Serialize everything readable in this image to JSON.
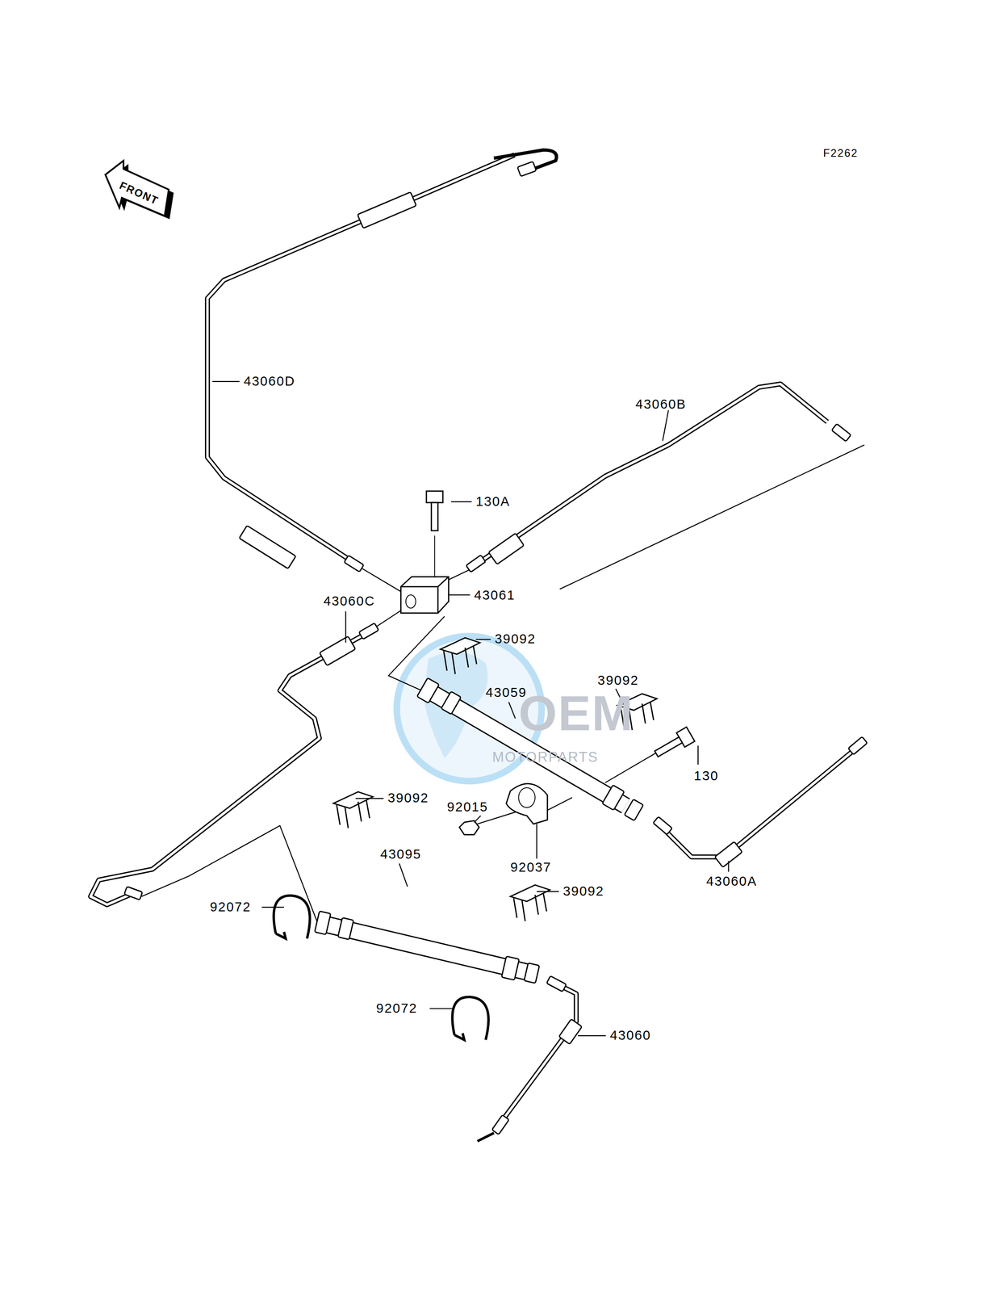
{
  "diagram": {
    "labels": [
      "F2262",
      "FRONT",
      "43060D",
      "43060B",
      "130A",
      "43061",
      "43060C",
      "39092",
      "43059",
      "39092",
      "OEM",
      "MOTORPARTS",
      "130",
      "39092",
      "92015",
      "43095",
      "92037",
      "43060A",
      "39092",
      "92072",
      "92072",
      "43060"
    ]
  }
}
